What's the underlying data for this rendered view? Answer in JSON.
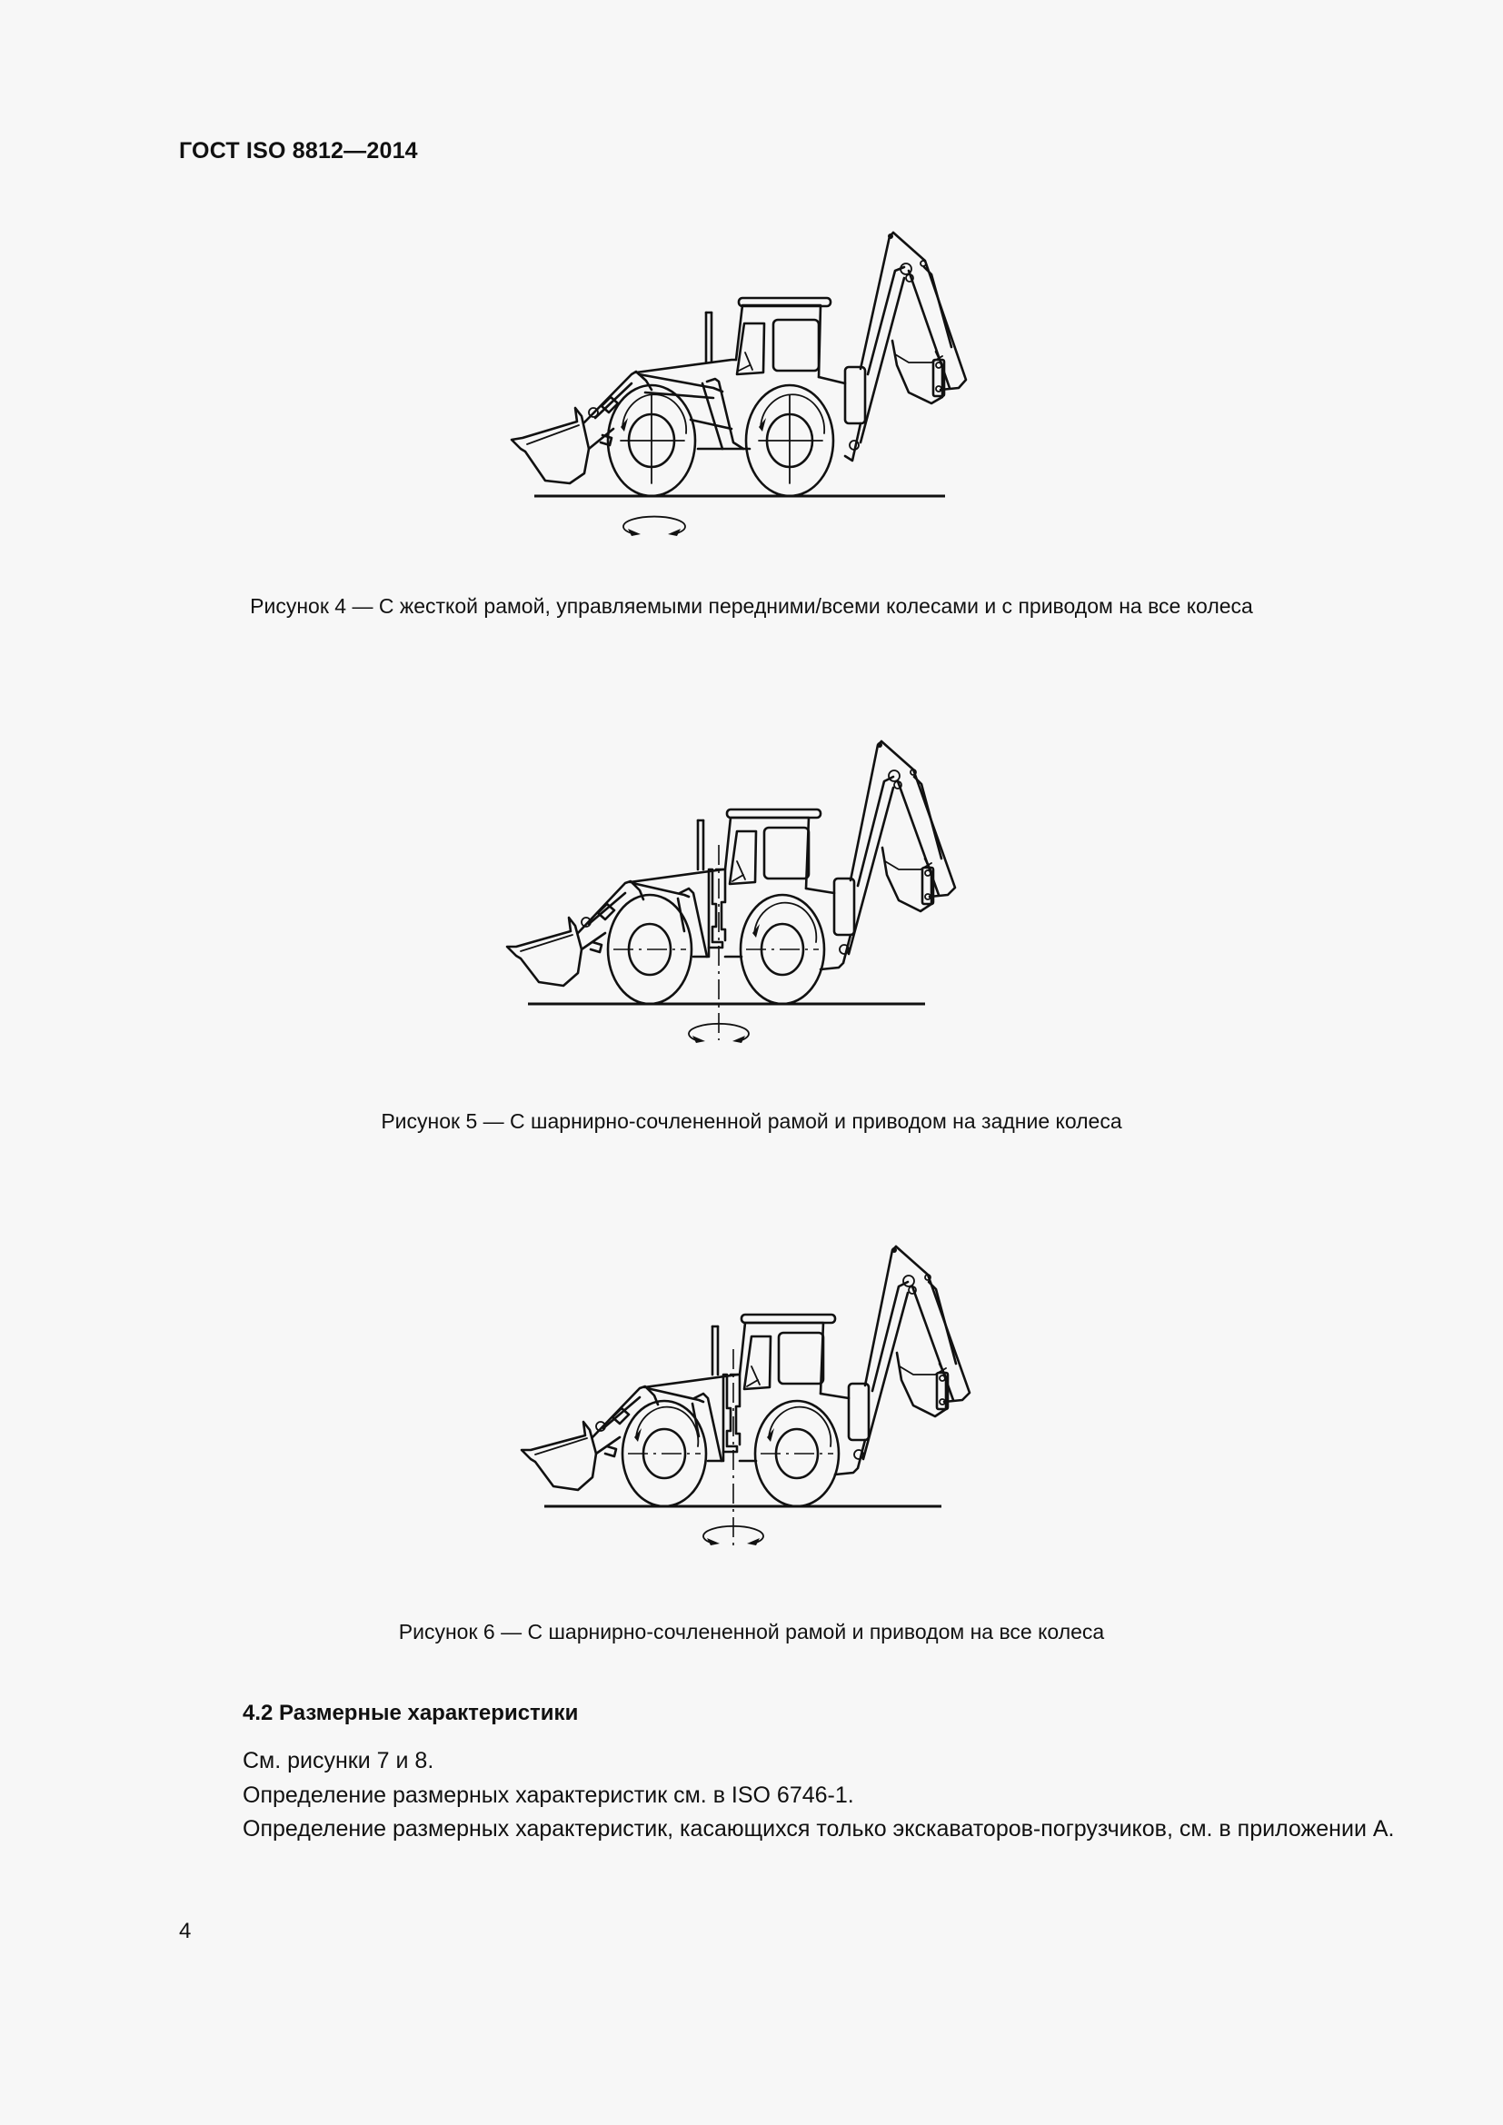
{
  "header": {
    "document_code": "ГОСТ ISO 8812—2014"
  },
  "figures": [
    {
      "number": 4,
      "caption": "Рисунок 4 — С жесткой рамой, управляемыми передними/всеми колесами и с приводом на все колеса",
      "drawing": "backhoe-loader-rigid-frame",
      "frame": "rigid",
      "drive_arrows": [
        "front",
        "rear"
      ]
    },
    {
      "number": 5,
      "caption": "Рисунок 5 — С шарнирно-сочлененной рамой и приводом на задние колеса",
      "drawing": "backhoe-loader-articulated-frame",
      "frame": "articulated",
      "drive_arrows": [
        "rear"
      ]
    },
    {
      "number": 6,
      "caption": "Рисунок 6 — С шарнирно-сочлененной рамой и приводом на все колеса",
      "drawing": "backhoe-loader-articulated-frame",
      "frame": "articulated",
      "drive_arrows": [
        "front",
        "rear"
      ]
    }
  ],
  "section": {
    "heading": "4.2 Размерные характеристики",
    "paragraphs": [
      "См. рисунки 7 и 8.",
      "Определение размерных характеристик см. в ISO 6746-1.",
      "Определение размерных характеристик, касающихся только экскаваторов-погрузчиков, см. в приложении А."
    ]
  },
  "footer": {
    "page_number": "4"
  }
}
